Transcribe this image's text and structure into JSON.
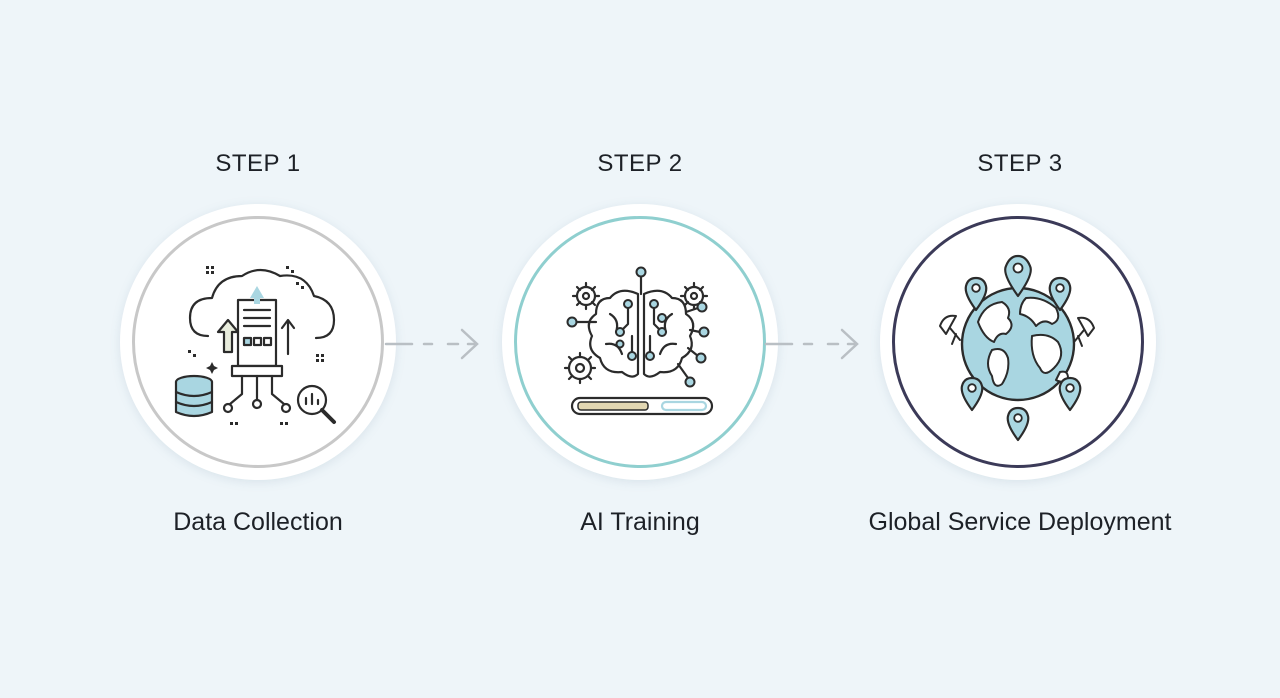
{
  "steps": [
    {
      "label": "STEP 1",
      "title": "Data Collection",
      "ring_color": "#c8c8c8"
    },
    {
      "label": "STEP 2",
      "title": "AI Training",
      "ring_color": "#8fcfcf"
    },
    {
      "label": "STEP 3",
      "title": "Global Service Deployment",
      "ring_color": "#3b3a58"
    }
  ],
  "icons": {
    "step1": "cloud-data-collection-icon",
    "step2": "ai-brain-training-icon",
    "step3": "globe-deployment-icon"
  },
  "colors": {
    "background": "#eef5f9",
    "accent": "#a9d6e1",
    "progress_fill": "#e2d7b2",
    "outline": "#2b2b2b"
  },
  "training_progress": 0.55
}
